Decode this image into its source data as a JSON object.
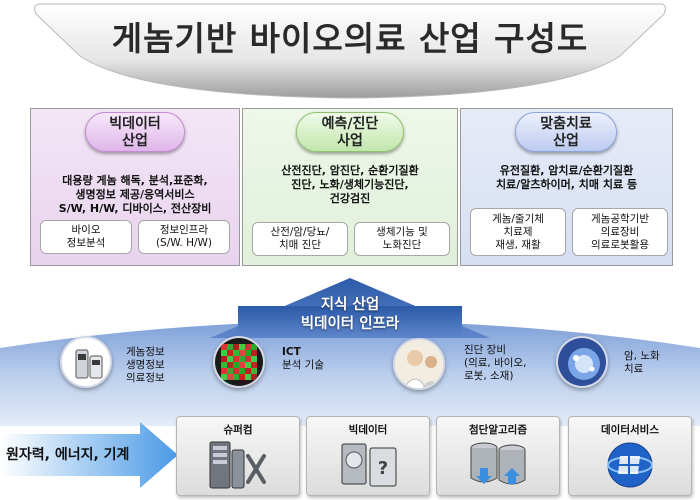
{
  "title": "게놈기반 바이오의료 산업 구성도",
  "columns": {
    "bigdata": {
      "title_line1": "빅데이터",
      "title_line2": "산업",
      "desc_line1": "대용량 게놈 해독, 분석,표준화,",
      "desc_line2": "생명정보 제공/응역서비스",
      "desc_line3": "S/W, H/W, 디바이스, 전산장비",
      "sub1_line1": "바이오",
      "sub1_line2": "정보분석",
      "sub2_line1": "정보인프라",
      "sub2_line2": "(S/W. H/W)"
    },
    "prediction": {
      "title_line1": "예측/진단",
      "title_line2": "사업",
      "desc_line1": "산전진단, 암진단, 순환기질환",
      "desc_line2": "진단, 노화/생체기능진단,",
      "desc_line3": "건강검진",
      "sub1_line1": "산전/암/당뇨/",
      "sub1_line2": "치매 진단",
      "sub2_line1": "생체기능 및",
      "sub2_line2": "노화진단"
    },
    "cure": {
      "title_line1": "맞춤치료",
      "title_line2": "산업",
      "desc_line1": "유전질환, 암치료/순환기질환",
      "desc_line2": "치료/알츠하이머, 치매 치료 등",
      "sub1_line1": "게놈/줄기체",
      "sub1_line2": "치료제",
      "sub1_line3": "재생, 재활",
      "sub2_line1": "게놈공학기반",
      "sub2_line2": "의료장비",
      "sub2_line3": "의료로봇활용"
    }
  },
  "knowledge": {
    "line1": "지식 산업",
    "line2": "빅데이터 인프라"
  },
  "circles": [
    {
      "icon": "genome-device-icon",
      "l1": "게놈정보",
      "l2": "생명정보",
      "l3": "의료정보"
    },
    {
      "icon": "heatmap-icon",
      "l1": "ICT",
      "l2": "분석 기술"
    },
    {
      "icon": "doctor-icon",
      "l1": "진단 장비",
      "l2": "(의료, 바이오,",
      "l3": "로봇, 소재)"
    },
    {
      "icon": "cell-icon",
      "l1": "암, 노화",
      "l2": "치료"
    }
  ],
  "base_arrow": "원자력, 에너지, 기계",
  "tiles": [
    {
      "label": "슈퍼컴",
      "icon": "server-tools-icon"
    },
    {
      "label": "빅데이터",
      "icon": "hard-drive-icon"
    },
    {
      "label": "첨단알고리즘",
      "icon": "database-icon"
    },
    {
      "label": "데이터서비스",
      "icon": "globe-service-icon"
    }
  ],
  "colors": {
    "bigdata": "#e0b6ea",
    "prediction": "#c2e6ad",
    "cure": "#bccbf0",
    "knowledge": "#3b66b8",
    "arrow": "#5aa5e8"
  }
}
